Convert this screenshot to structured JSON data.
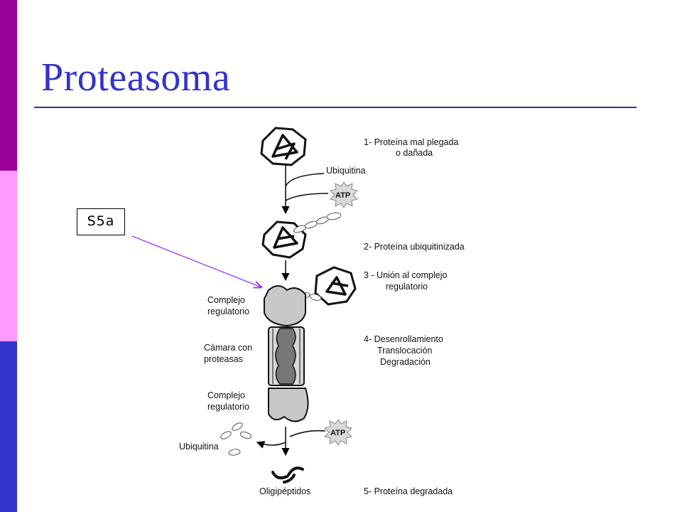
{
  "slide": {
    "title": "Proteasoma",
    "colors": {
      "title": "#3333cc",
      "rule": "#333399",
      "bar_top": "#990099",
      "bar_mid": "#ff99ff",
      "bar_bottom": "#3333cc",
      "callout_arrow": "#9933ff"
    }
  },
  "callout": {
    "label": "S5a"
  },
  "diagram": {
    "steps": {
      "step1_line1": "1- Proteína mal plegada",
      "step1_line2": "o dañada",
      "step2": "2- Proteína ubiquitinizada",
      "step3_line1": "3 - Unión al complejo",
      "step3_line2": "regulatorio",
      "step4_line1": "4- Desenrollamiento",
      "step4_line2": "Translocación",
      "step4_line3": "Degradación",
      "step5": "5- Proteína degradada"
    },
    "labels": {
      "ubiquitina_top": "Ubiquitina",
      "atp_top": "ATP",
      "complejo_top_line1": "Complejo",
      "complejo_top_line2": "regulatorio",
      "camara_line1": "Cámara con",
      "camara_line2": "proteasas",
      "complejo_bottom_line1": "Complejo",
      "complejo_bottom_line2": "regulatorio",
      "ubiquitina_bottom": "Ubiquitina",
      "atp_bottom": "ATP",
      "oligopeptidos": "Oligipéptidos"
    }
  }
}
